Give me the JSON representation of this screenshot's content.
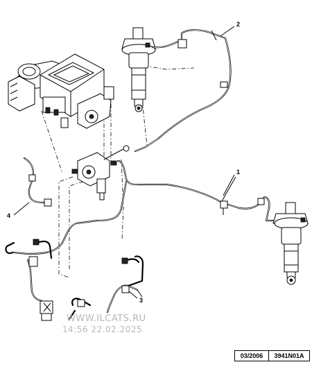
{
  "callouts": {
    "c1": "1",
    "c2": "2",
    "c3": "3",
    "c4": "4"
  },
  "footer": {
    "date": "03/2006",
    "code": "3941N01A"
  },
  "watermark": {
    "line1": "WWW.ILCATS.RU",
    "line2": "14:56 22.02.2025"
  }
}
